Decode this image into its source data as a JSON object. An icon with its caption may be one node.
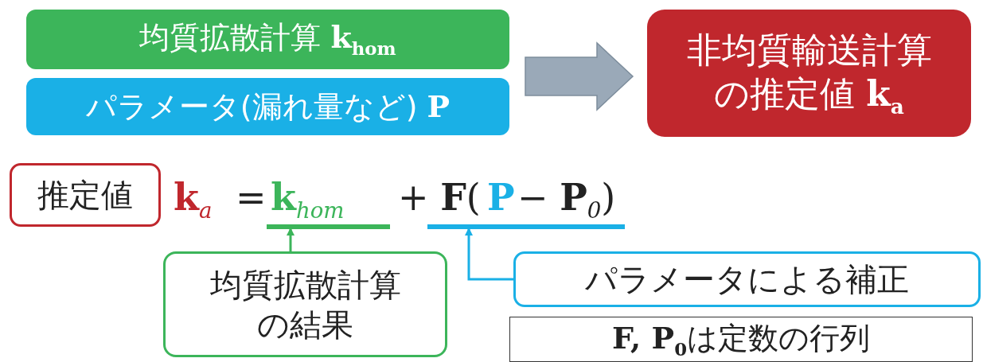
{
  "diagram": {
    "nodes": [
      {
        "text": [
          "均質拡散計算 **k**$_{hom}$"
        ]
      },
      {
        "text": [
          "パラメータ(漏れ量など) **P**"
        ]
      },
      {
        "text": [
          "非均質輸送計算の推定値 **k**$_{a}$"
        ]
      },
      {
        "text": [
          "推定値"
        ]
      },
      {
        "text": [],
        "shape": "bar"
      },
      {
        "text": [],
        "shape": "bar"
      },
      {
        "text": [
          "均質拡散計算の結果"
        ]
      },
      {
        "text": [
          "パラメータによる補正"
        ]
      },
      {
        "text": [
          "**F, P**$_{0}$は定数の行列"
        ]
      }
    ],
    "edges": [
      {
        "from": 0,
        "to": 2,
        "arrow": "to",
        "style": "thick",
        "color": "#9aa9b8"
      },
      {
        "from": 1,
        "to": 2,
        "arrow": "to",
        "style": "thick",
        "color": "#9aa9b8"
      },
      {
        "from": 6,
        "to": 4,
        "arrow": "to",
        "color": "#3cb55a"
      },
      {
        "from": 7,
        "to": 5,
        "arrow": "to",
        "color": "#1ab0e6"
      }
    ],
    "labels": [
      "**k**$_{a}$",
      "=",
      "**k**$_{hom}$",
      "+ **F**(",
      "**P**",
      "− **P**$_{0}$)"
    ]
  }
}
